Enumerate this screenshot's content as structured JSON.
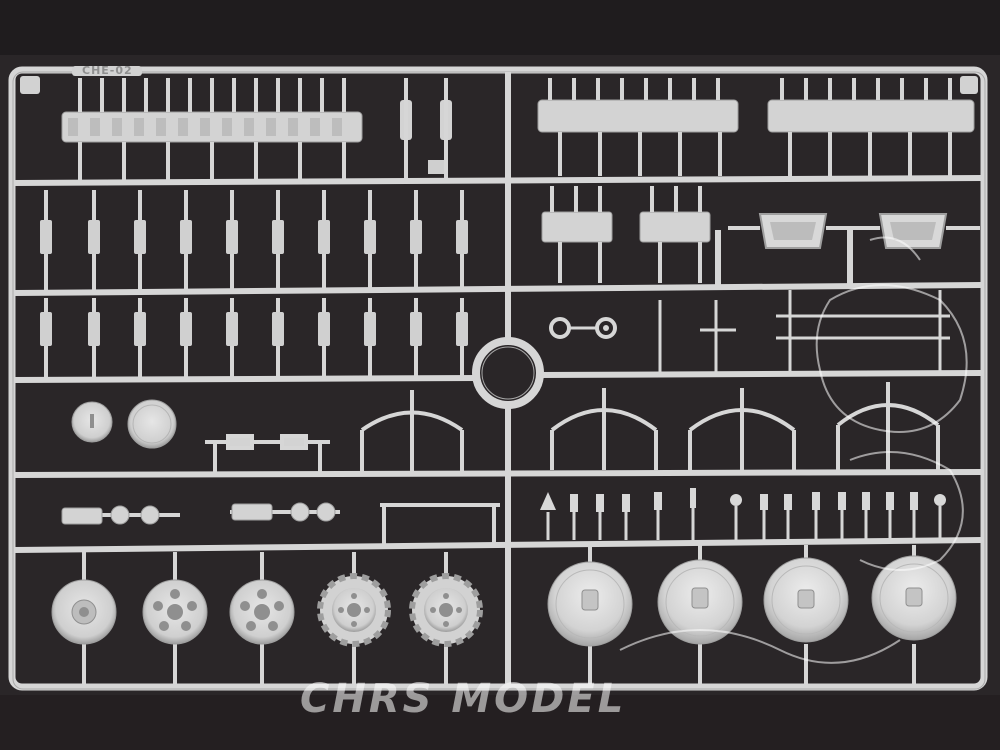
{
  "photo": {
    "subject": "Plastic model kit sprue with track links, suspension arms and road wheels",
    "sprue_code": "CHE-02",
    "watermark_text": "CHRS MODEL",
    "colors": {
      "background": "#2a2628",
      "plastic": "#d6d6d6",
      "plastic_shadow": "#a9a9a9",
      "plastic_dark": "#8f8f8f",
      "watermark": "#ffffff"
    }
  }
}
